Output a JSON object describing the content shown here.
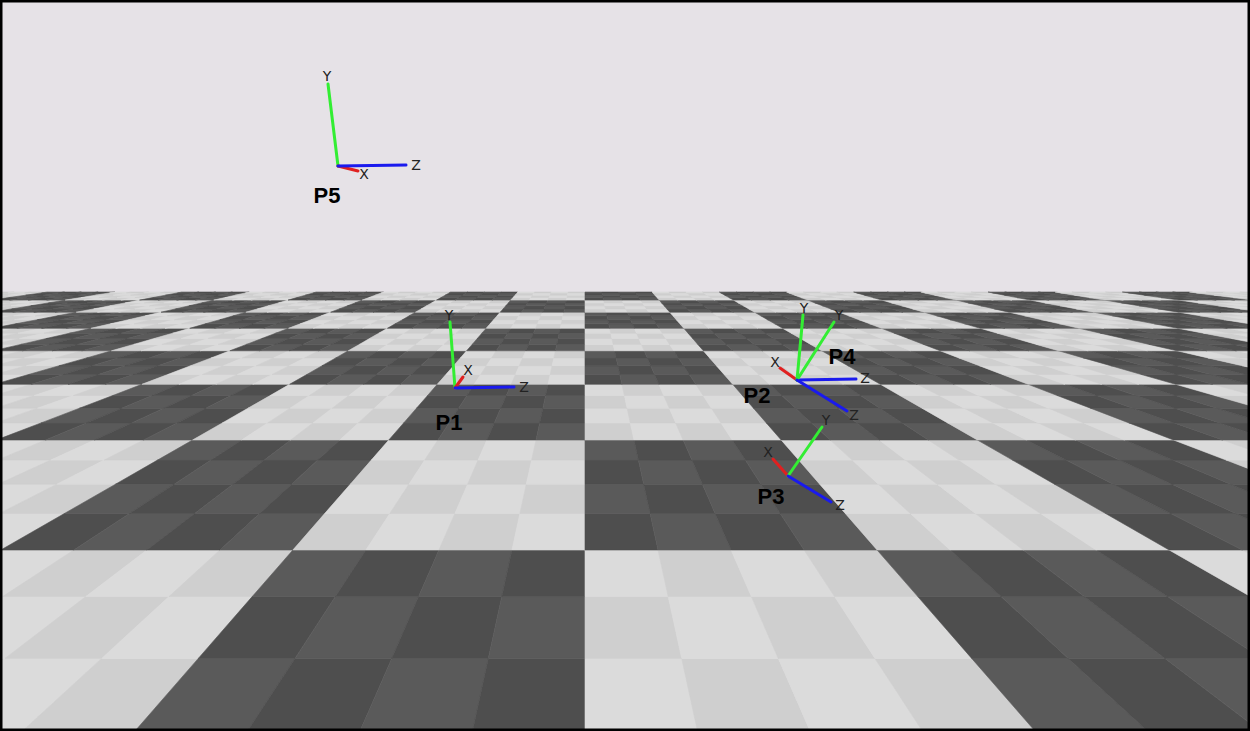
{
  "diagram": {
    "labels": [
      "P5",
      "Y",
      "X",
      "Z",
      "P1",
      "Y",
      "X",
      "Z",
      "P2",
      "X",
      "Y",
      "Z",
      "P4",
      "Y",
      "Z",
      "P3",
      "X",
      "Y",
      "Z"
    ]
  }
}
